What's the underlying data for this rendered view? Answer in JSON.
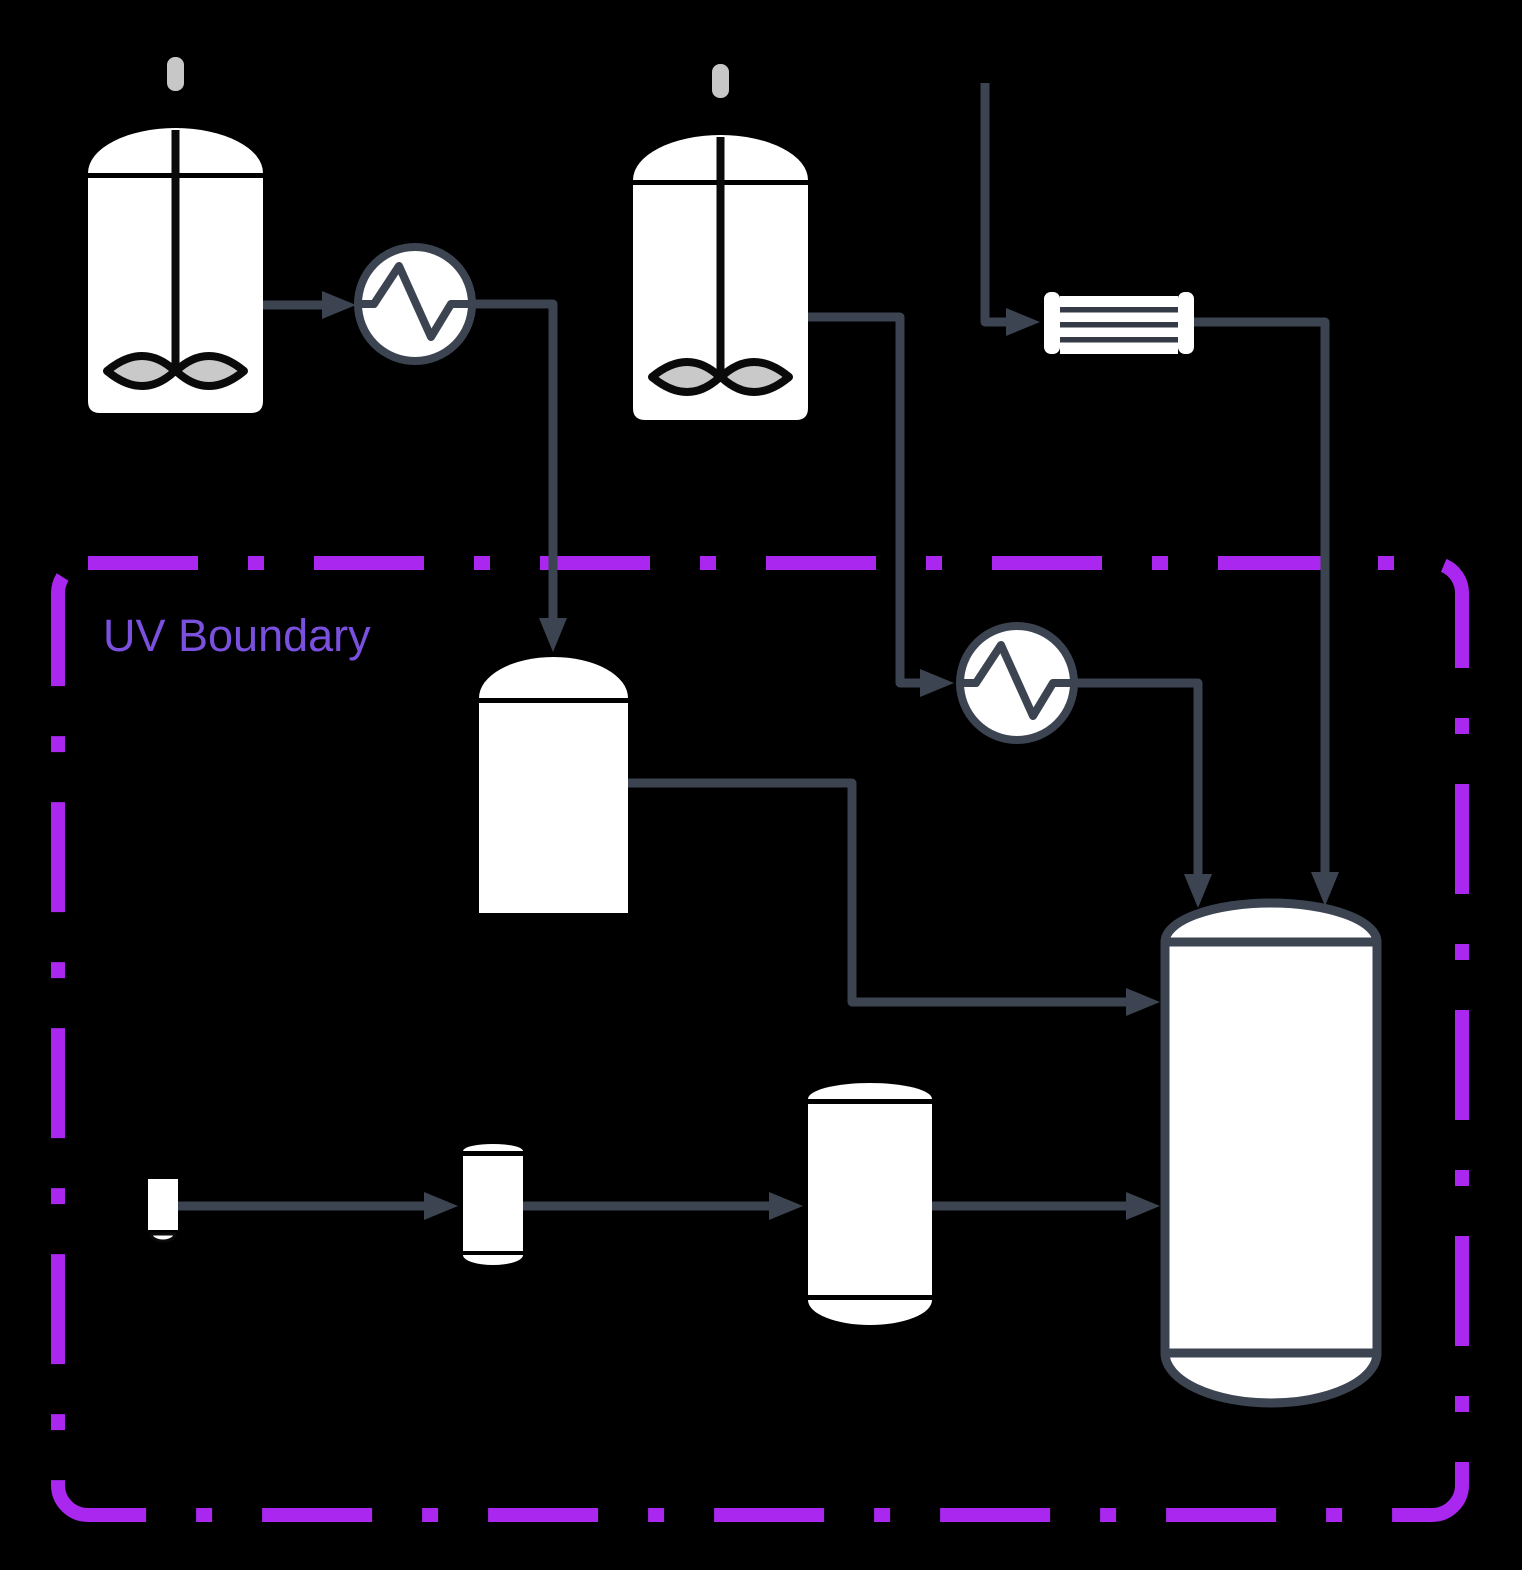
{
  "diagram": {
    "type": "process-flow-diagram",
    "boundary": {
      "label": "UV Boundary",
      "style": "dash-dot-rounded-rectangle"
    },
    "colors": {
      "background": "#000000",
      "connector": "#3D4451",
      "vessel_fill": "#FFFFFF",
      "vessel_outline": "#3D4451",
      "black_detail": "#0A0A0A",
      "motor_gray": "#C7C7C7",
      "impeller_gray": "#C9C9C9",
      "tube_stripe": "#353B46",
      "boundary": "#A927EE",
      "boundary_label": "#7B50DF"
    },
    "nodes": [
      {
        "id": "stirred-tank-reactor-1",
        "type": "stirred-tank-reactor",
        "region": "top-left",
        "inside_uv_boundary": false
      },
      {
        "id": "heat-exchanger-1",
        "type": "heat-exchanger-circle-zigzag",
        "region": "top-left",
        "inside_uv_boundary": false
      },
      {
        "id": "stirred-tank-reactor-2",
        "type": "stirred-tank-reactor",
        "region": "top-center",
        "inside_uv_boundary": false
      },
      {
        "id": "tube-heat-exchanger",
        "type": "shell-and-tube-exchanger",
        "region": "top-right",
        "inside_uv_boundary": false
      },
      {
        "id": "heat-exchanger-2",
        "type": "heat-exchanger-circle-zigzag",
        "region": "center",
        "inside_uv_boundary": true
      },
      {
        "id": "surge-vessel",
        "type": "dome-top-vessel",
        "region": "center-left",
        "inside_uv_boundary": true
      },
      {
        "id": "feed-vial",
        "type": "small-container",
        "region": "bottom-left",
        "inside_uv_boundary": true
      },
      {
        "id": "small-column",
        "type": "capped-vessel",
        "region": "bottom-center-left",
        "inside_uv_boundary": true
      },
      {
        "id": "medium-column",
        "type": "capped-vessel",
        "region": "bottom-center",
        "inside_uv_boundary": true
      },
      {
        "id": "collection-tank",
        "type": "capsule-tank-outlined",
        "region": "right",
        "inside_uv_boundary": true
      }
    ],
    "connections": [
      {
        "from": "stirred-tank-reactor-1",
        "to": "heat-exchanger-1"
      },
      {
        "from": "heat-exchanger-1",
        "to": "surge-vessel"
      },
      {
        "from": "stirred-tank-reactor-2",
        "to": "heat-exchanger-2"
      },
      {
        "from": "heat-exchanger-2",
        "to": "collection-tank"
      },
      {
        "from": "top-feed-line",
        "to": "tube-heat-exchanger"
      },
      {
        "from": "tube-heat-exchanger",
        "to": "collection-tank"
      },
      {
        "from": "surge-vessel",
        "to": "collection-tank"
      },
      {
        "from": "feed-vial",
        "to": "small-column"
      },
      {
        "from": "small-column",
        "to": "medium-column"
      },
      {
        "from": "medium-column",
        "to": "collection-tank"
      }
    ]
  }
}
